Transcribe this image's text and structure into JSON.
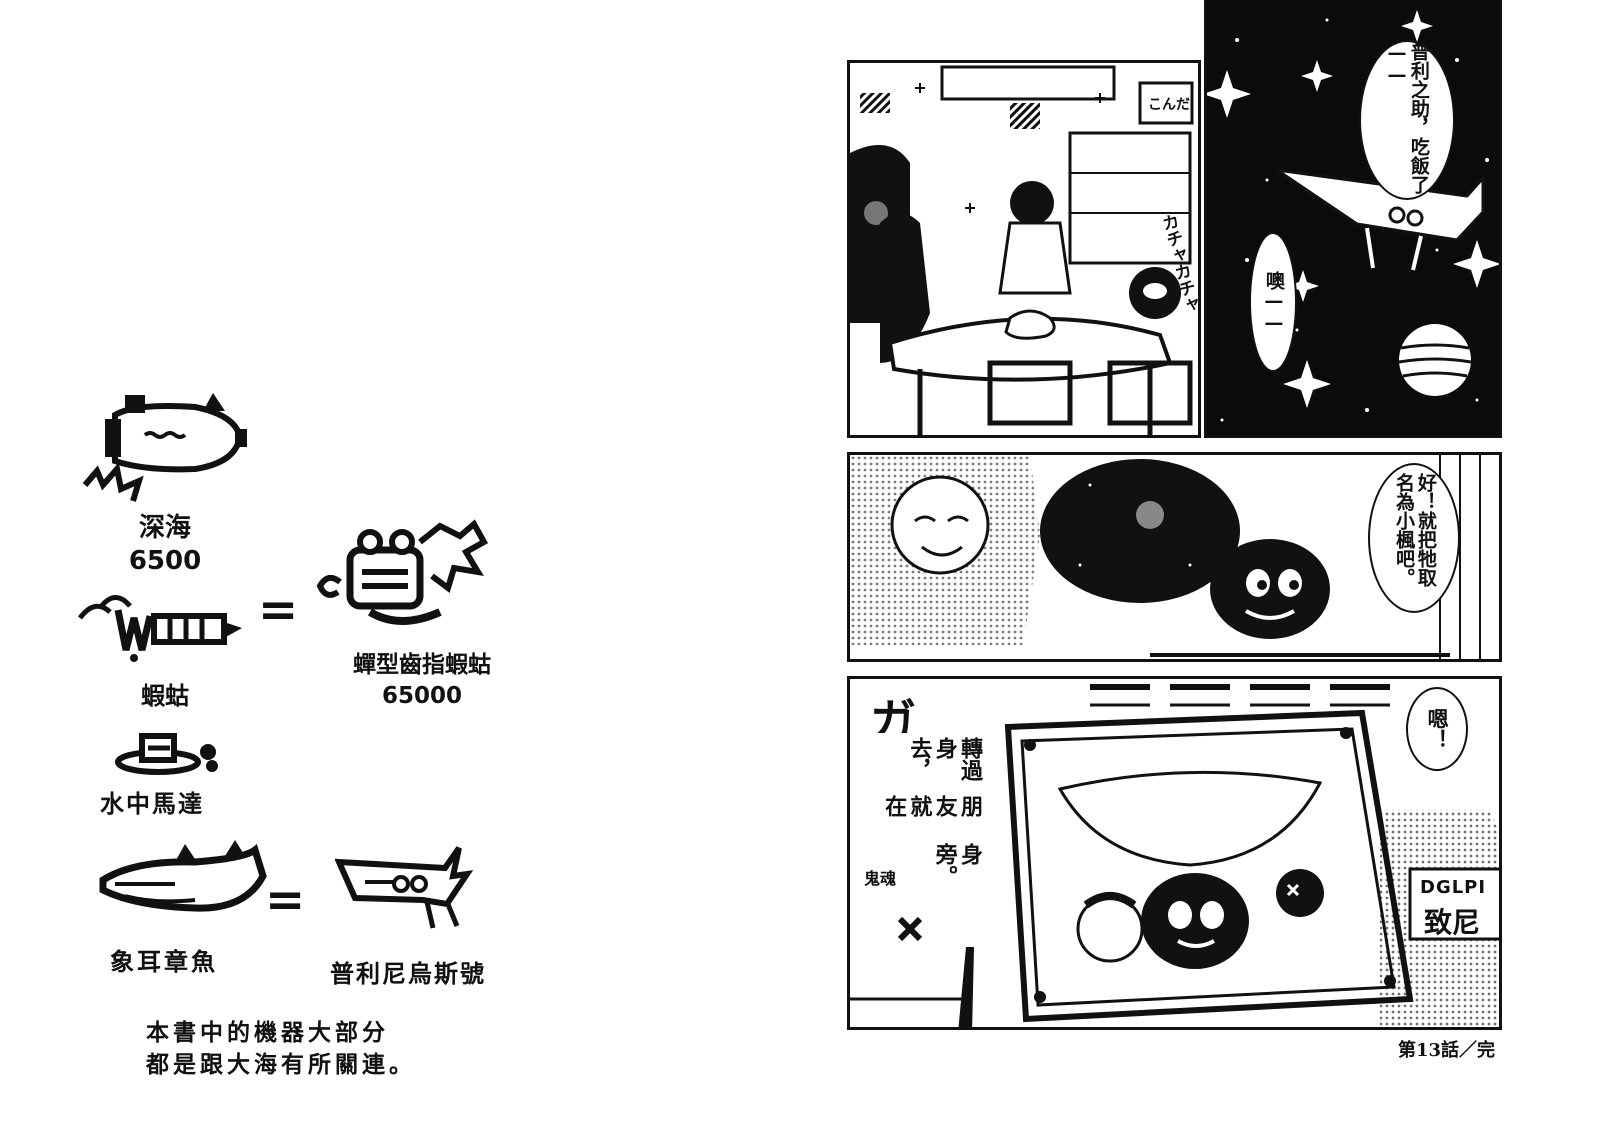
{
  "left_page": {
    "robots": [
      {
        "label": "深海\n6500"
      },
      {
        "label": "蝦蛄"
      },
      {
        "label": "蟬型齒指蝦蛄\n65000"
      },
      {
        "label": "水中馬達"
      },
      {
        "label": "象耳章魚"
      },
      {
        "label": "普利尼烏斯號"
      }
    ],
    "equals": [
      "=",
      "="
    ],
    "note_line1": "本書中的機器大部分",
    "note_line2": "都是跟大海有所關連。"
  },
  "right_page": {
    "panel1": {
      "sfx": "カチャカチャ",
      "shelf_label": "こんだ"
    },
    "panel2": {
      "bubble": "普利之助，吃飯了——",
      "reply": "噢——"
    },
    "panel3": {
      "bubble": "好！就把牠取名為小楓吧。"
    },
    "panel4": {
      "sfx": "ガ",
      "caption_lines": [
        "轉過身去，",
        "朋友就在",
        "身旁。"
      ],
      "caption_sign": "鬼魂",
      "bubble": "嗯！",
      "plate_text": "DGLPI",
      "plate_sub": "致尼"
    },
    "footer": "第13話／完"
  },
  "colors": {
    "ink": "#111111",
    "paper": "#ffffff",
    "space": "#0b0b0b",
    "screentone": "#9a9a9a"
  }
}
